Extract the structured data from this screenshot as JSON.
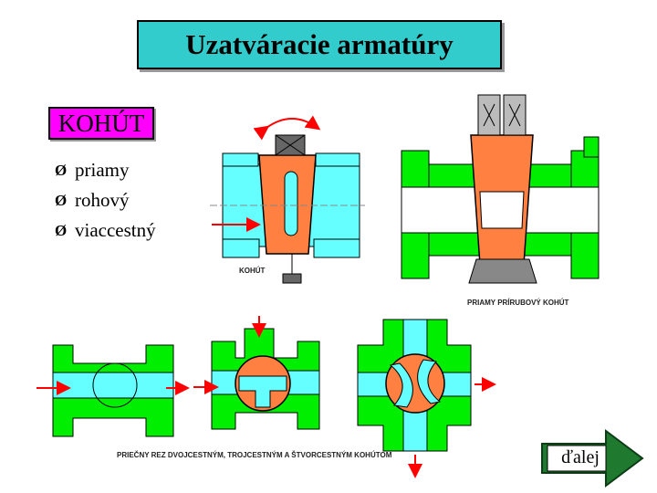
{
  "title": "Uzatváracie armatúry",
  "section_label": "KOHÚT",
  "bullets": [
    "priamy",
    "rohový",
    "viaccestný"
  ],
  "captions": {
    "fig1": "KOHÚT",
    "fig2": "PRIAMY PRÍRUBOVÝ KOHÚT",
    "fig3": "PRIEČNY REZ DVOJCESTNÝM, TROJCESTNÝM A ŠTVORCESTNÝM KOHÚTOM"
  },
  "next_label": "ďalej",
  "colors": {
    "title_bg": "#33cccc",
    "label_bg": "#ff00ff",
    "body_green": "#00ee00",
    "flow_cyan": "#66ffff",
    "plug_orange": "#ff8040",
    "arrow_red": "#ff0000",
    "button_green": "#1f7a30"
  }
}
